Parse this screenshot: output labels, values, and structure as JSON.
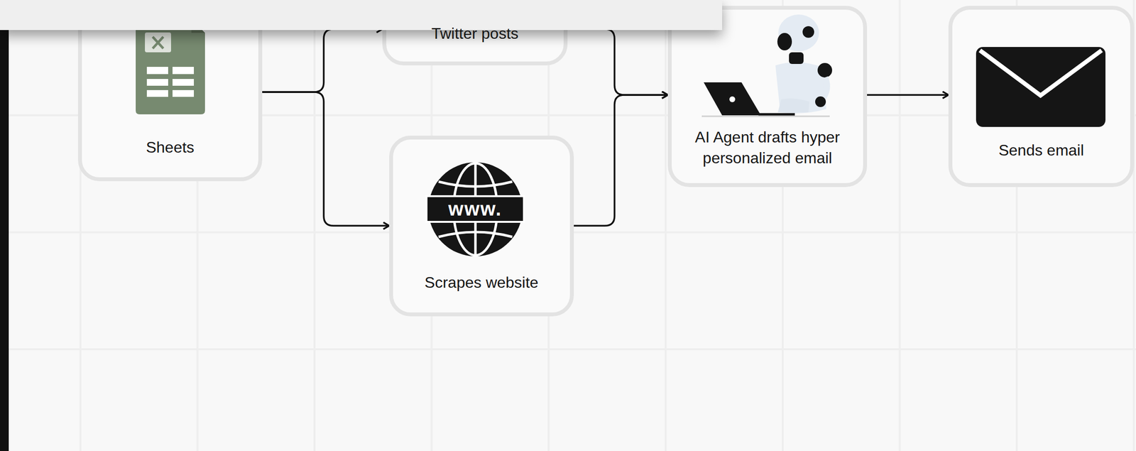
{
  "diagram": {
    "nodes": [
      {
        "text": [
          "Sheets"
        ]
      },
      {
        "text": [
          "Twitter posts"
        ]
      },
      {
        "text": [
          "Scrapes website"
        ]
      },
      {
        "text": [
          "AI Agent drafts hyper personalized email"
        ]
      },
      {
        "text": [
          "Sends email"
        ]
      }
    ],
    "edges": [
      {
        "from": 0,
        "to": 1,
        "arrow": "to"
      },
      {
        "from": 0,
        "to": 2,
        "arrow": "to"
      },
      {
        "from": 1,
        "to": 3,
        "arrow": "to"
      },
      {
        "from": 2,
        "to": 3,
        "arrow": "to"
      },
      {
        "from": 3,
        "to": 4,
        "arrow": "to"
      }
    ],
    "labels": [
      "www."
    ]
  }
}
